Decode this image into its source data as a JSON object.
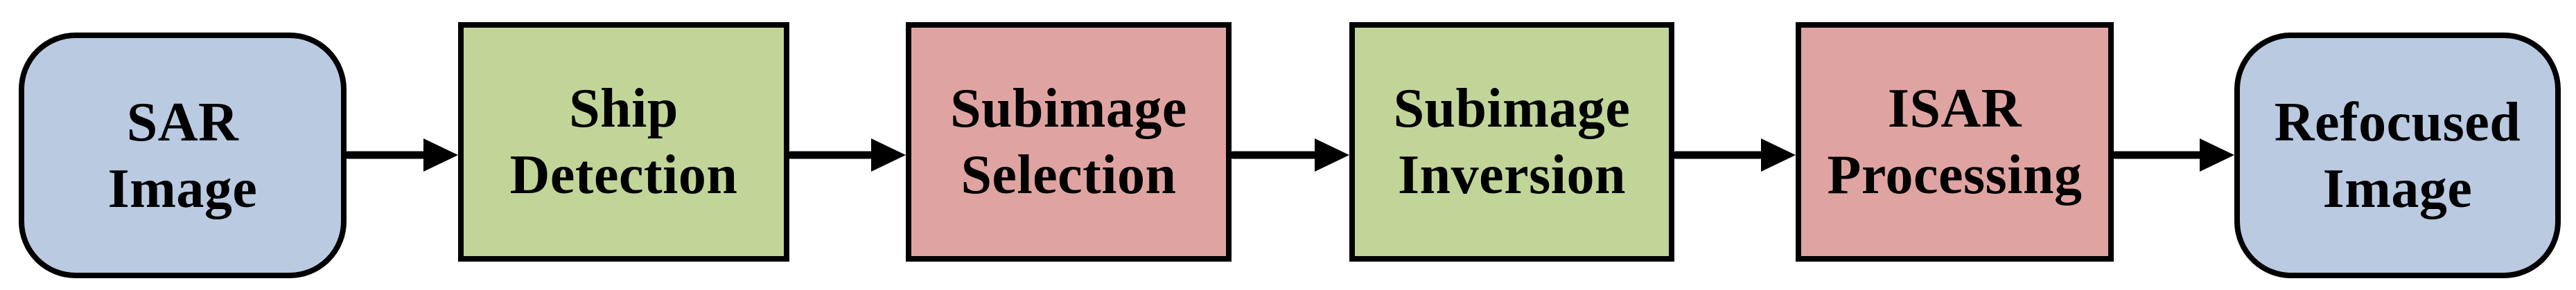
{
  "flowchart": {
    "nodes": [
      {
        "id": "sar-image",
        "label": "SAR Image",
        "lines": [
          "SAR",
          "Image"
        ],
        "shape": "rounded",
        "role": "terminal-input",
        "fill": "#b9cae1",
        "border": "#000000"
      },
      {
        "id": "ship-detection",
        "label": "Ship Detection",
        "lines": [
          "Ship",
          "Detection"
        ],
        "shape": "rect",
        "role": "process",
        "fill": "#c1d598",
        "border": "#000000"
      },
      {
        "id": "subimage-selection",
        "label": "Subimage Selection",
        "lines": [
          "Subimage",
          "Selection"
        ],
        "shape": "rect",
        "role": "process",
        "fill": "#dfa4a1",
        "border": "#000000"
      },
      {
        "id": "subimage-inversion",
        "label": "Subimage Inversion",
        "lines": [
          "Subimage",
          "Inversion"
        ],
        "shape": "rect",
        "role": "process",
        "fill": "#c1d598",
        "border": "#000000"
      },
      {
        "id": "isar-processing",
        "label": "ISAR Processing",
        "lines": [
          "ISAR",
          "Processing"
        ],
        "shape": "rect",
        "role": "process",
        "fill": "#dfa4a1",
        "border": "#000000"
      },
      {
        "id": "refocused-image",
        "label": "Refocused Image",
        "lines": [
          "Refocused",
          "Image"
        ],
        "shape": "rounded",
        "role": "terminal-output",
        "fill": "#b9cae1",
        "border": "#000000"
      }
    ],
    "edges": [
      {
        "from": "sar-image",
        "to": "ship-detection"
      },
      {
        "from": "ship-detection",
        "to": "subimage-selection"
      },
      {
        "from": "subimage-selection",
        "to": "subimage-inversion"
      },
      {
        "from": "subimage-inversion",
        "to": "isar-processing"
      },
      {
        "from": "isar-processing",
        "to": "refocused-image"
      }
    ],
    "colors": {
      "background": "#ffffff",
      "border": "#000000",
      "arrow": "#000000",
      "text": "#000000",
      "terminal_blue": "#b9cae1",
      "process_green": "#c1d598",
      "process_red": "#dfa4a1"
    }
  }
}
